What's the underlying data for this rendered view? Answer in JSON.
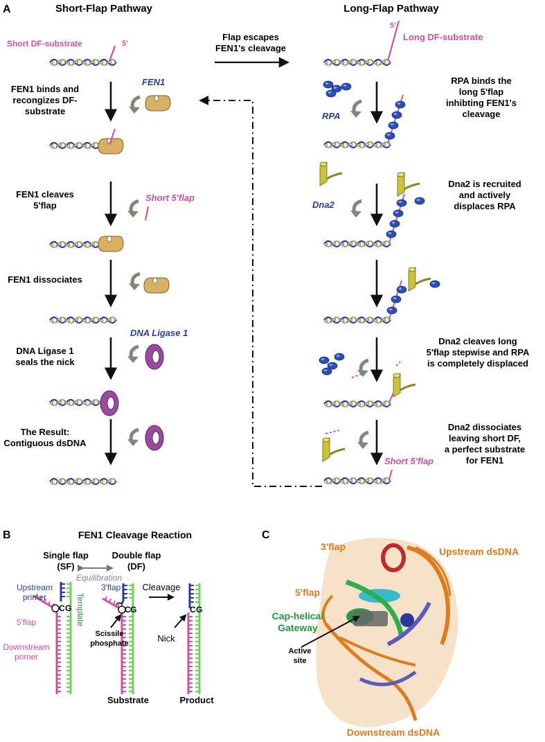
{
  "panel_labels": {
    "a": "A",
    "b": "B",
    "c": "C"
  },
  "panel_a": {
    "short_title": "Short-Flap Pathway",
    "long_title": "Long-Flap Pathway",
    "short_substrate": "Short DF-substrate",
    "long_substrate": "Long DF-substrate",
    "five_prime": "5'",
    "escape_line1": "Flap escapes",
    "escape_line2": "FEN1's cleavage",
    "short_steps": [
      {
        "lines": [
          "FEN1 binds and",
          "recongizes DF-",
          "substrate"
        ]
      },
      {
        "lines": [
          "FEN1 cleaves",
          "5'flap"
        ]
      },
      {
        "lines": [
          "FEN1 dissociates"
        ]
      },
      {
        "lines": [
          "DNA Ligase 1",
          "seals the nick"
        ]
      },
      {
        "lines": [
          "The Result:",
          "Contiguous dsDNA"
        ]
      }
    ],
    "long_steps": [
      {
        "lines": [
          "RPA binds the",
          "long 5'flap",
          "inhibting FEN1's",
          "cleavage"
        ]
      },
      {
        "lines": [
          "Dna2 is recruited",
          "and actively",
          "displaces RPA"
        ]
      },
      {
        "lines": [
          "Dna2 cleaves long",
          "5'flap stepwise and RPA",
          "is completely displaced"
        ]
      },
      {
        "lines": [
          "Dna2 dissociates",
          "leaving short DF,",
          "a perfect substrate",
          "for FEN1"
        ]
      }
    ],
    "protein_labels": {
      "fen1": "FEN1",
      "rpa": "RPA",
      "dna2": "Dna2",
      "ligase": "DNA Ligase 1",
      "short_flap": "Short 5'flap",
      "short_flap_long": "Short 5'flap"
    }
  },
  "panel_b": {
    "title": "FEN1 Cleavage Reaction",
    "single_flap": "Single flap",
    "single_flap_abbr": "(SF)",
    "double_flap": "Double flap",
    "double_flap_abbr": "(DF)",
    "equilibration": "Equilibration",
    "upstream_primer_1": "Upstream",
    "upstream_primer_2": "primer",
    "template": "Template",
    "five_flap": "5'flap",
    "downstream_primer_1": "Downstream",
    "downstream_primer_2": "primer",
    "three_flap": "3'flap",
    "scissile_1": "Scissile",
    "scissile_2": "phosphate",
    "cleavage": "Cleavage",
    "nick": "Nick",
    "base_c": "C",
    "base_g": "G",
    "substrate": "Substrate",
    "product": "Product"
  },
  "panel_c": {
    "three_flap": "3'flap",
    "upstream": "Upstream dsDNA",
    "five_flap": "5'flap",
    "cap_1": "Cap-helical",
    "cap_2": "Gateway",
    "active_1": "Active",
    "active_2": "site",
    "downstream": "Downstream dsDNA"
  },
  "colors": {
    "pink": "#d24ea6",
    "green_strand": "#6fd25a",
    "blue_strand": "#2a3a9a",
    "fen1": "#d9b061",
    "rpa": "#2b4fb8",
    "dna2": "#c9c43a",
    "ligase": "#9a4aa0",
    "orange": "#e07a1a",
    "gateway_green": "#1f9a3a"
  }
}
